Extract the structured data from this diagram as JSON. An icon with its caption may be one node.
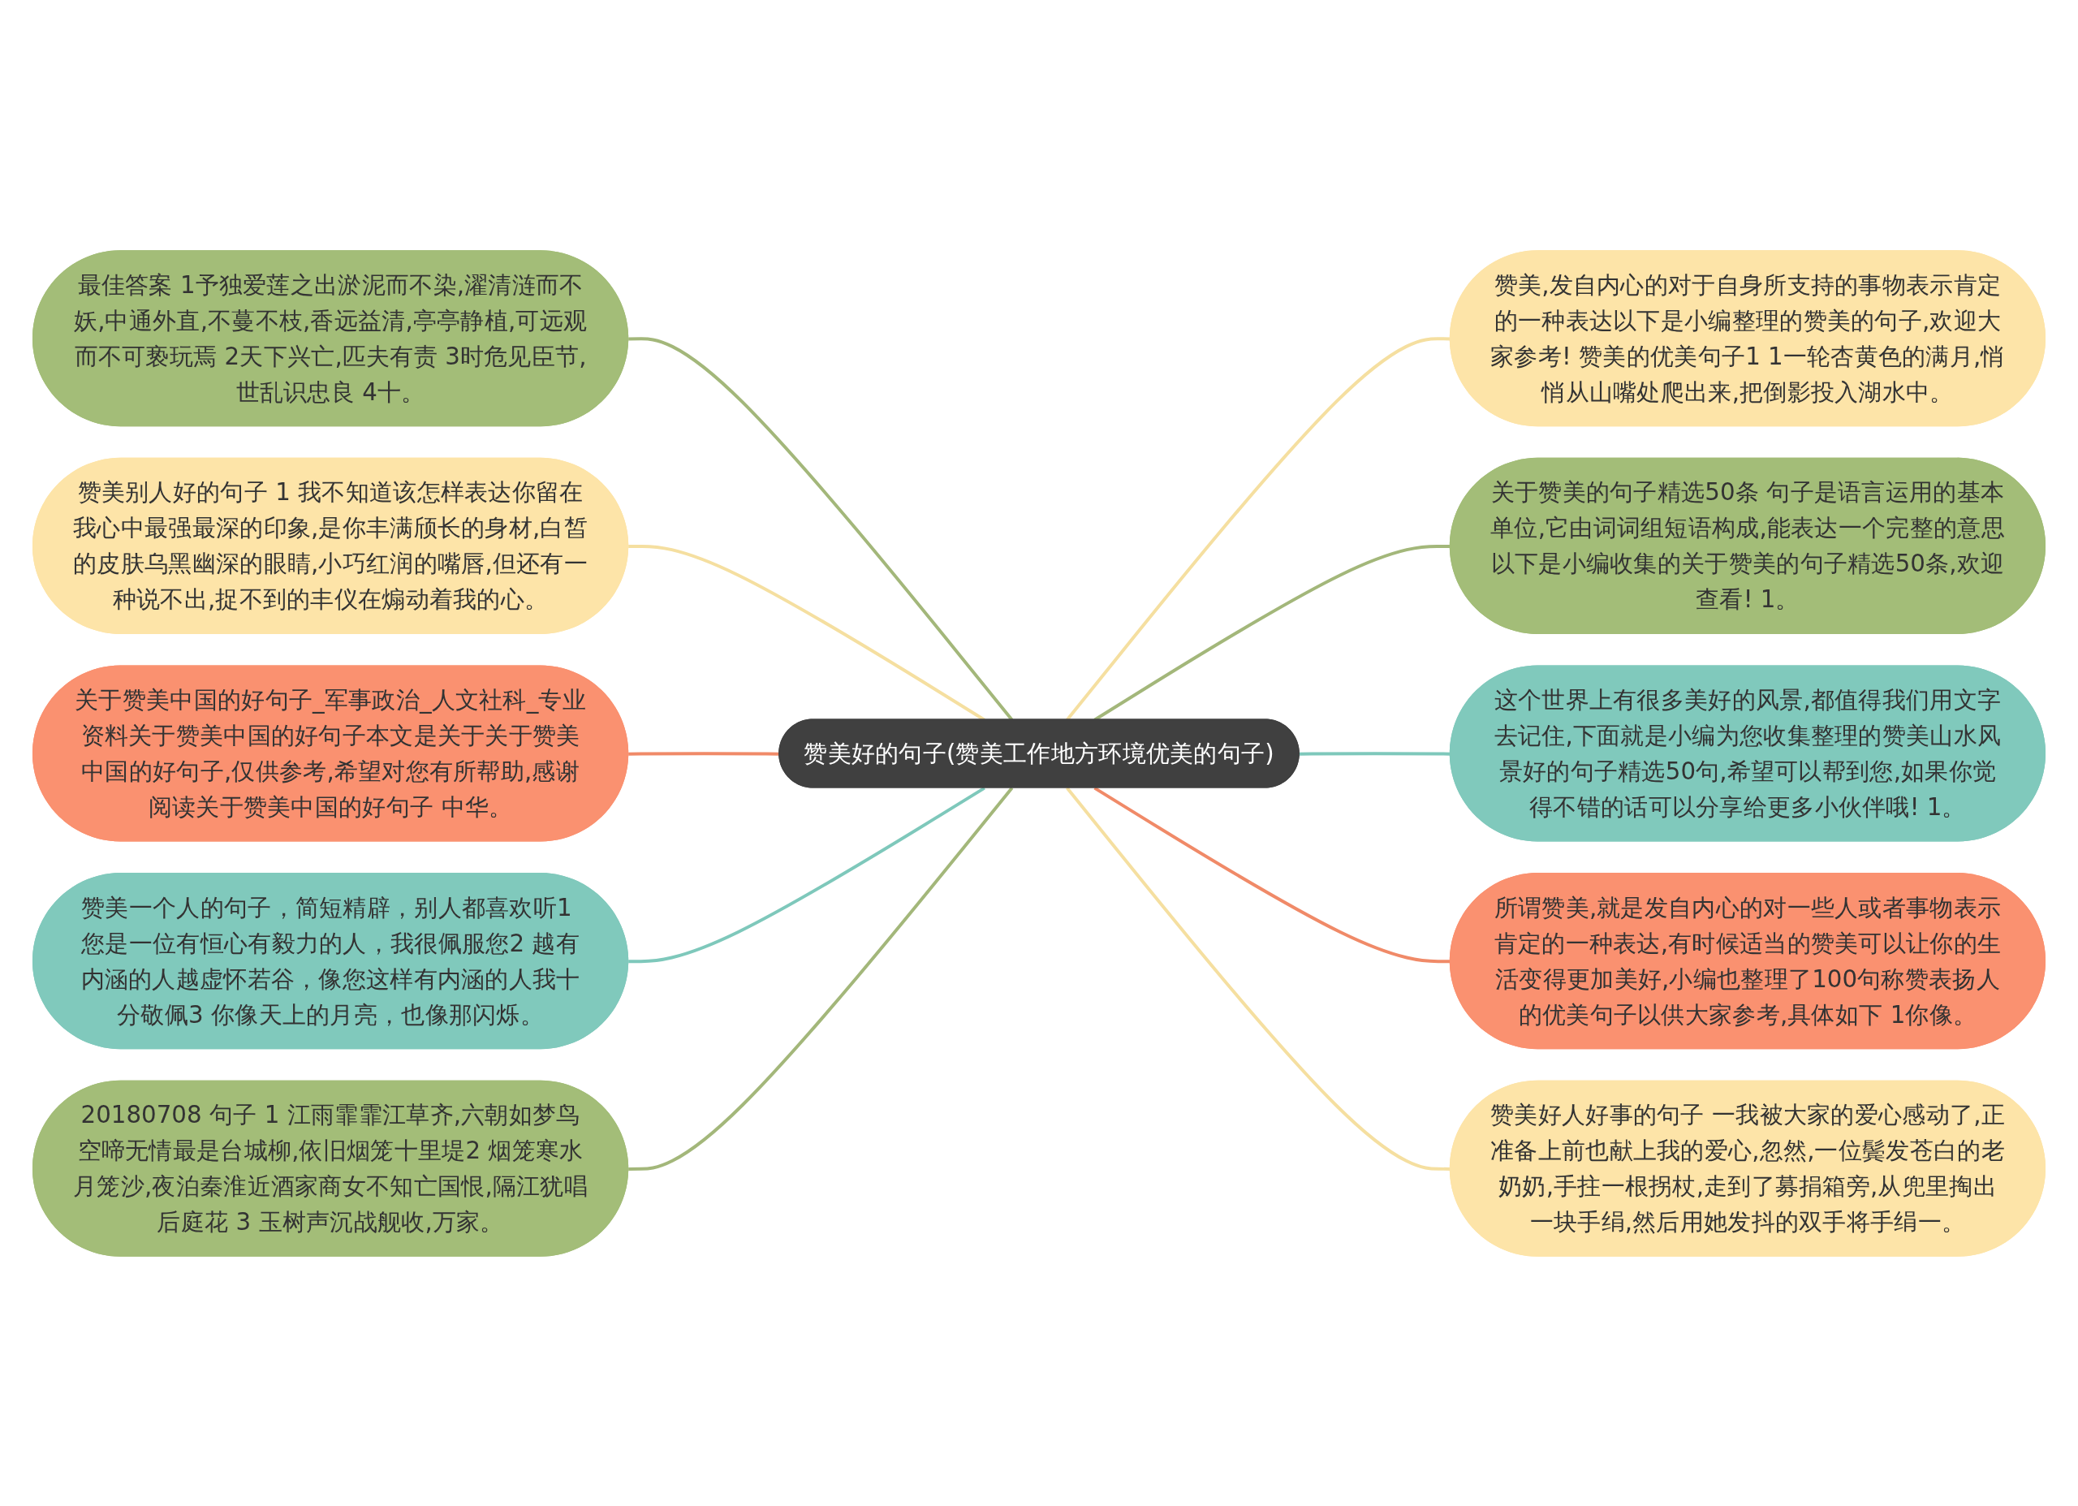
{
  "diagram": {
    "nodes": [
      {
        "text": [
          "赞美好的句子(赞美工作地方环境优美的句子)"
        ]
      },
      {
        "text": [
          "最佳答案 1予独爱莲之出淤泥而不染,濯清涟而不妖,中通外直,不蔓不枝,香远益清,亭亭静植,可远观而不可亵玩焉 2天下兴亡,匹夫有责 3时危见臣节,世乱识忠良 4十。"
        ]
      },
      {
        "text": [
          "赞美别人好的句子 1 我不知道该怎样表达你留在我心中最强最深的印象,是你丰满颀长的身材,白皙的皮肤乌黑幽深的眼睛,小巧红润的嘴唇,但还有一种说不出,捉不到的丰仪在煽动着我的心。"
        ]
      },
      {
        "text": [
          "关于赞美中国的好句子_军事政治_人文社科_专业资料关于赞美中国的好句子本文是关于关于赞美中国的好句子,仅供参考,希望对您有所帮助,感谢阅读关于赞美中国的好句子 中华。"
        ]
      },
      {
        "text": [
          "赞美一个人的句子，简短精辟，别人都喜欢听1 您是一位有恒心有毅力的人，我很佩服您2 越有内涵的人越虚怀若谷，像您这样有内涵的人我十分敬佩3 你像天上的月亮，也像那闪烁。"
        ]
      },
      {
        "text": [
          "20180708 句子 1 江雨霏霏江草齐,六朝如梦鸟空啼无情最是台城柳,依旧烟笼十里堤2 烟笼寒水月笼沙,夜泊秦淮近酒家商女不知亡国恨,隔江犹唱后庭花 3 玉树声沉战舰收,万家。"
        ]
      },
      {
        "text": [
          "赞美,发自内心的对于自身所支持的事物表示肯定的一种表达以下是小编整理的赞美的句子,欢迎大家参考! 赞美的优美句子1 1一轮杏黄色的满月,悄悄从山嘴处爬出来,把倒影投入湖水中。"
        ]
      },
      {
        "text": [
          "关于赞美的句子精选50条 句子是语言运用的基本单位,它由词词组短语构成,能表达一个完整的意思以下是小编收集的关于赞美的句子精选50条,欢迎查看! 1。"
        ]
      },
      {
        "text": [
          "这个世界上有很多美好的风景,都值得我们用文字去记住,下面就是小编为您收集整理的赞美山水风景好的句子精选50句,希望可以帮到您,如果你觉得不错的话可以分享给更多小伙伴哦! 1。"
        ]
      },
      {
        "text": [
          "所谓赞美,就是发自内心的对一些人或者事物表示肯定的一种表达,有时候适当的赞美可以让你的生活变得更加美好,小编也整理了100句称赞表扬人的优美句子以供大家参考,具体如下 1你像。"
        ]
      },
      {
        "text": [
          "赞美好人好事的句子 一我被大家的爱心感动了,正准备上前也献上我的爱心,忽然,一位鬓发苍白的老奶奶,手拄一根拐杖,走到了募捐箱旁,从兜里掏出一块手绢,然后用她发抖的双手将手绢一。"
        ]
      }
    ],
    "edges": [
      {
        "from": 0,
        "to": 1,
        "arrow": "none",
        "color": "#a3b77a"
      },
      {
        "from": 0,
        "to": 2,
        "arrow": "none",
        "color": "#f5dfa0"
      },
      {
        "from": 0,
        "to": 3,
        "arrow": "none",
        "color": "#f08a68"
      },
      {
        "from": 0,
        "to": 4,
        "arrow": "none",
        "color": "#7ec8bb"
      },
      {
        "from": 0,
        "to": 5,
        "arrow": "none",
        "color": "#a3b77a"
      },
      {
        "from": 0,
        "to": 6,
        "arrow": "none",
        "color": "#f5dfa0"
      },
      {
        "from": 0,
        "to": 7,
        "arrow": "none",
        "color": "#a3b77a"
      },
      {
        "from": 0,
        "to": 8,
        "arrow": "none",
        "color": "#7ec8bb"
      },
      {
        "from": 0,
        "to": 9,
        "arrow": "none",
        "color": "#f08a68"
      },
      {
        "from": 0,
        "to": 10,
        "arrow": "none",
        "color": "#f5dfa0"
      }
    ]
  }
}
